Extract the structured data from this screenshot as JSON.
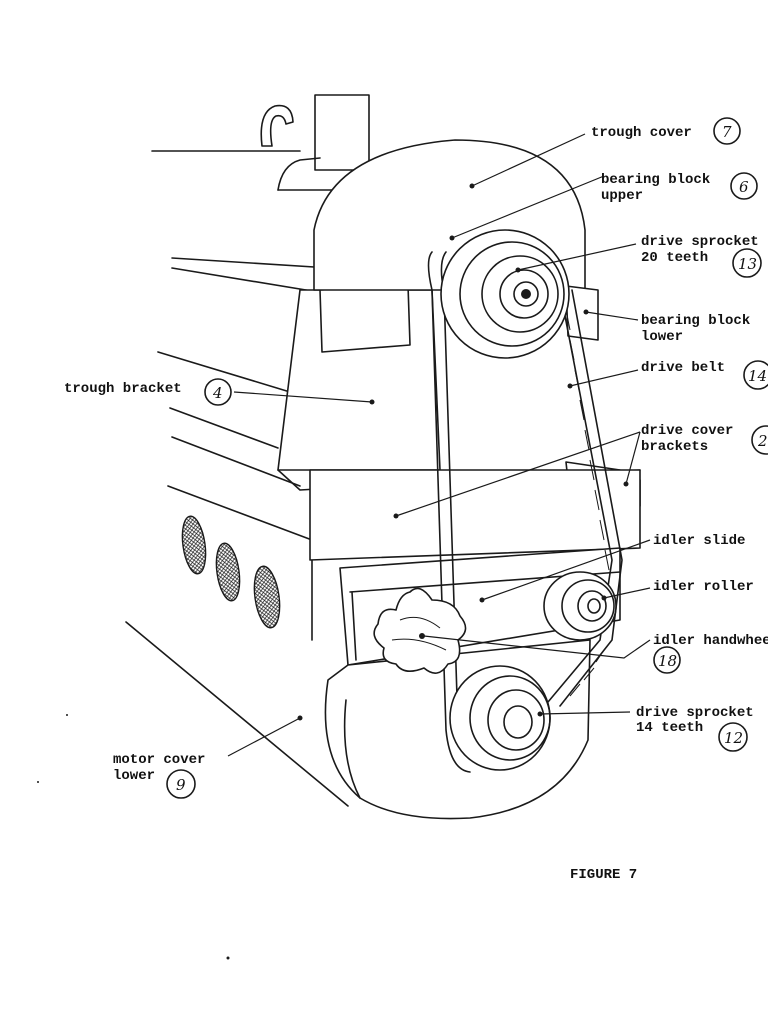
{
  "figure": {
    "caption": "FIGURE 7"
  },
  "labels": {
    "trough_cover": {
      "text": "trough cover",
      "num": "7"
    },
    "bearing_block_upper": {
      "line1": "bearing block",
      "line2": "upper",
      "num": "6"
    },
    "drive_sprocket_20": {
      "line1": "drive sprocket",
      "line2": "20 teeth",
      "num": "13"
    },
    "bearing_block_lower": {
      "line1": "bearing block",
      "line2": "lower"
    },
    "drive_belt": {
      "text": "drive belt",
      "num": "14"
    },
    "drive_cover_brackets": {
      "line1": "drive cover",
      "line2": "brackets",
      "num": "2"
    },
    "idler_slide": {
      "text": "idler slide"
    },
    "idler_roller": {
      "text": "idler roller"
    },
    "idler_handwheel": {
      "text": "idler handwheel",
      "num": "18"
    },
    "drive_sprocket_14": {
      "line1": "drive sprocket",
      "line2": "14 teeth",
      "num": "12"
    },
    "trough_bracket": {
      "text": "trough bracket",
      "num": "4"
    },
    "motor_cover_lower": {
      "line1": "motor cover",
      "line2": "lower",
      "num": "9"
    }
  }
}
